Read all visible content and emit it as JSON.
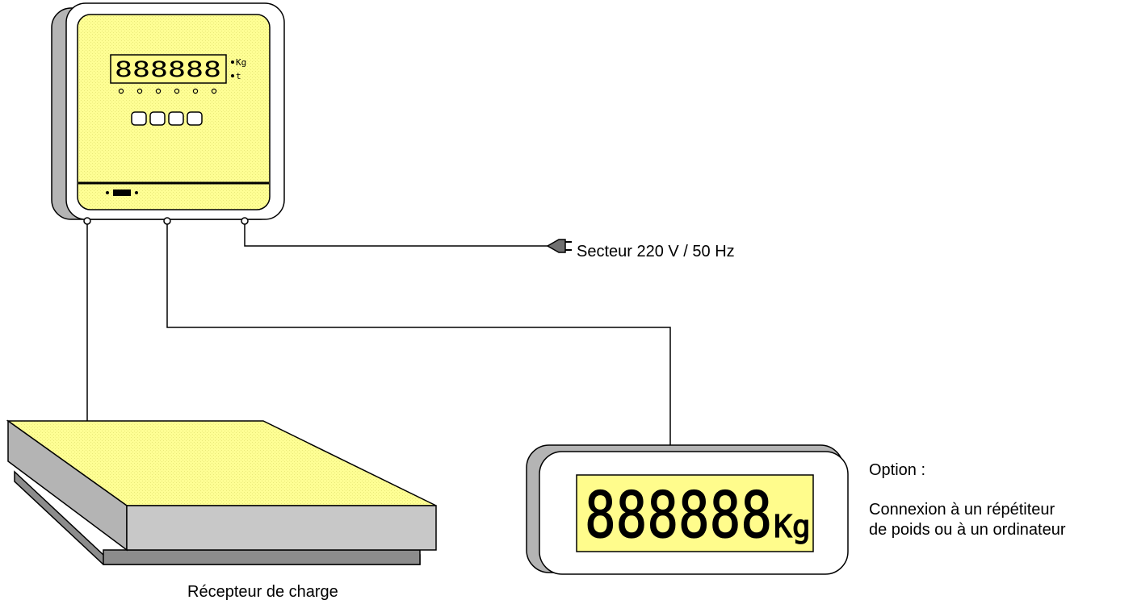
{
  "labels": {
    "mains": "Secteur 220 V / 50 Hz",
    "load_receptor": "Récepteur de charge",
    "option_title": "Option :",
    "option_line1": "Connexion à un répétiteur",
    "option_line2": "de poids ou à un ordinateur"
  },
  "indicator": {
    "display_digits": "888888",
    "unit_kg": "Kg",
    "unit_t": "t"
  },
  "repeater": {
    "display_digits": "888888",
    "unit": "Kg"
  },
  "colors": {
    "lcd_yellow": "#fffc8c",
    "panel_yellow": "#fefe94",
    "housing_gray": "#c8c8c8",
    "line": "#000000"
  }
}
